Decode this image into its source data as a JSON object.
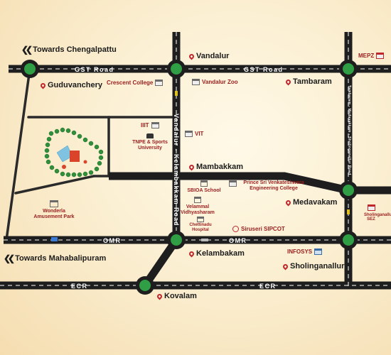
{
  "directions": {
    "chengalpattu": "Towards Chengalpattu",
    "mahabalipuram": "Towards Mahabalipuram"
  },
  "roads": {
    "gst_left": "GST Road",
    "gst_right": "GST Road",
    "omr_left": "OMR",
    "omr_right": "OMR",
    "ecr_left": "ECR",
    "ecr_right": "ECR",
    "vandalur_kelambakkam": "Vandalur - Kelambakkam Road",
    "tambaram_sholinganallur": "Tambaram - Medavakkam - Sholinganallur Road"
  },
  "places": {
    "vandalur": "Vandalur",
    "guduvanchery": "Guduvanchery",
    "tambaram": "Tambaram",
    "mambakkam": "Mambakkam",
    "medavakam": "Medavakam",
    "kelambakam": "Kelambakam",
    "sholinganallur": "Sholinganallur",
    "kovalam": "Kovalam"
  },
  "landmarks": {
    "mepz": "MEPZ",
    "crescent": "Crescent College",
    "zoo": "Vandalur Zoo",
    "iiit": "IIIT",
    "tnpe": "TNPE & Sports University",
    "vit": "VIT",
    "sbioa": "SBIOA School",
    "prince": "Prince Sri Venkateshwara Engineering College",
    "wonderla": "Wonderla Amusement Park",
    "velammal": "Velammal Vidhyasharam",
    "chettinadu": "Chettinadu Hospital",
    "siruseri": "Siruseri SIPCOT",
    "infosys": "INFOSYS",
    "sholinganallur_sez": "Sholinganallur SEZ"
  },
  "colors": {
    "road": "#1e1e1e",
    "roundabout": "#2f9e44",
    "pin": "#c0272d",
    "landmark_text": "#9a1e1e",
    "plot_roof": "#d9442a"
  }
}
